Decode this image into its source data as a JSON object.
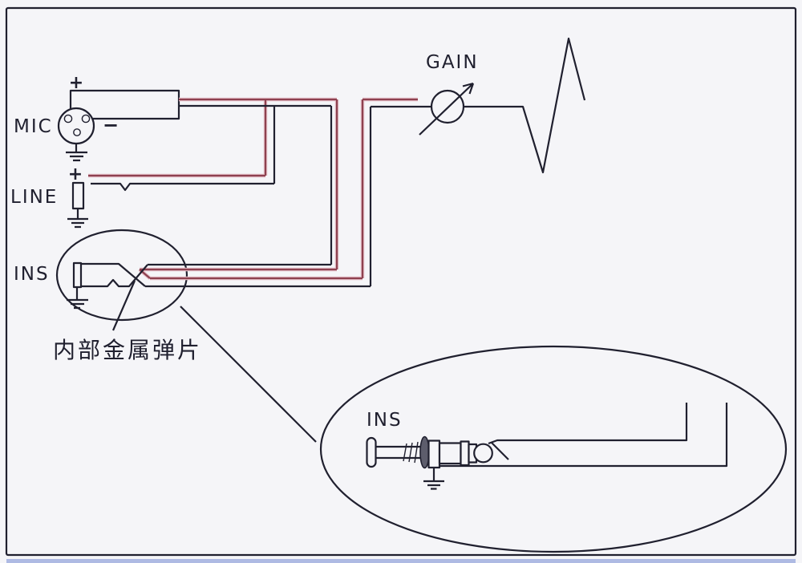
{
  "colors": {
    "bg": "#f5f5f8",
    "ink": "#20202f",
    "hot": "#8e4150",
    "hot_halo": "#e3bcc4",
    "strip": "#7e93d6"
  },
  "diagram": {
    "inputs": {
      "mic": {
        "label": "MIC",
        "plus": "+",
        "minus": "−"
      },
      "line": {
        "label": "LINE",
        "plus": "+"
      },
      "ins": {
        "label": "INS"
      }
    },
    "gain": {
      "label": "GAIN"
    },
    "annotation": {
      "text": "内部金属弹片"
    },
    "detail": {
      "ins_label": "INS"
    }
  }
}
